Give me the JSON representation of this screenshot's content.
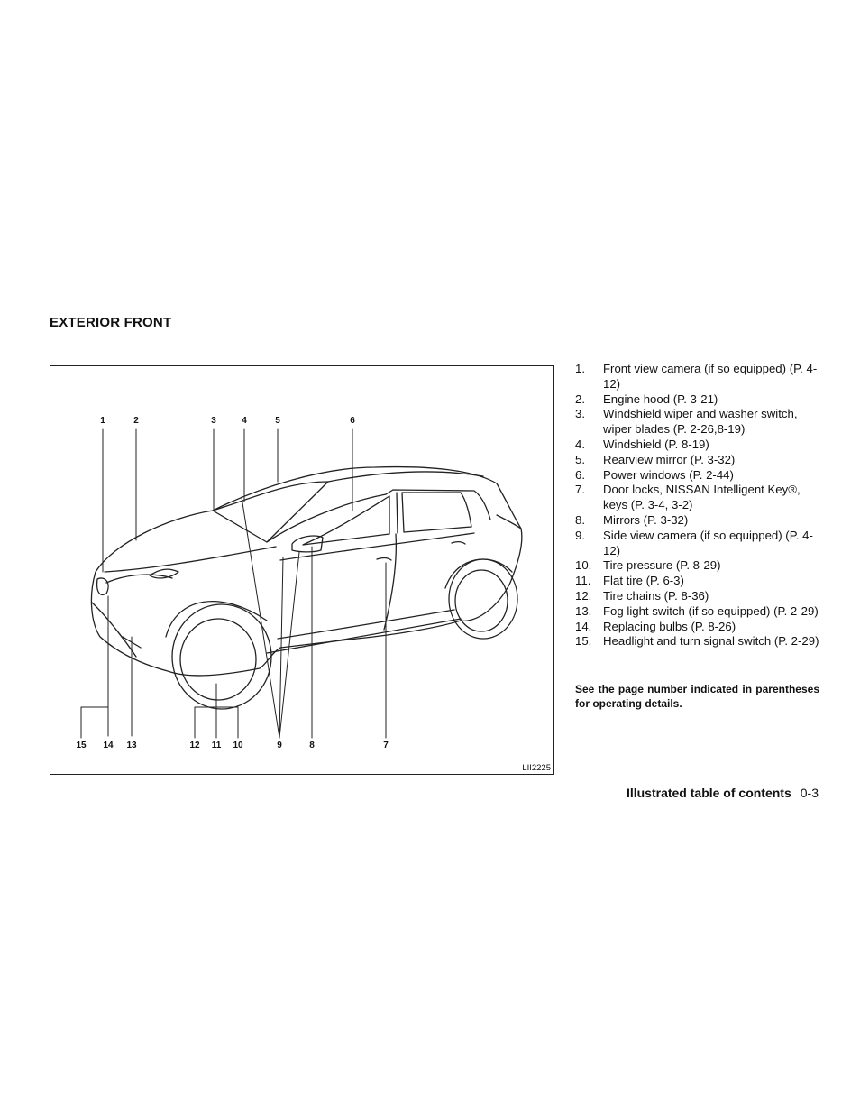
{
  "section_title": "EXTERIOR FRONT",
  "figure": {
    "code": "LII2225",
    "callouts_top": [
      "1",
      "2",
      "3",
      "4",
      "5",
      "6"
    ],
    "callouts_bottom": [
      "15",
      "14",
      "13",
      "12",
      "11",
      "10",
      "9",
      "8",
      "7"
    ]
  },
  "legend": [
    {
      "num": "1.",
      "text": "Front view camera (if so equipped) (P. 4-12)"
    },
    {
      "num": "2.",
      "text": "Engine hood (P. 3-21)"
    },
    {
      "num": "3.",
      "text": "Windshield wiper and washer switch, wiper blades (P. 2-26,8-19)"
    },
    {
      "num": "4.",
      "text": "Windshield (P. 8-19)"
    },
    {
      "num": "5.",
      "text": "Rearview mirror (P. 3-32)"
    },
    {
      "num": "6.",
      "text": "Power windows (P. 2-44)"
    },
    {
      "num": "7.",
      "text": "Door locks, NISSAN Intelligent Key®, keys (P. 3-4, 3-2)"
    },
    {
      "num": "8.",
      "text": "Mirrors (P. 3-32)"
    },
    {
      "num": "9.",
      "text": "Side view camera (if so equipped) (P. 4-12)"
    },
    {
      "num": "10.",
      "text": "Tire pressure (P. 8-29)"
    },
    {
      "num": "11.",
      "text": "Flat tire (P. 6-3)"
    },
    {
      "num": "12.",
      "text": "Tire chains (P. 8-36)"
    },
    {
      "num": "13.",
      "text": "Fog light switch (if so equipped) (P. 2-29)"
    },
    {
      "num": "14.",
      "text": "Replacing bulbs (P. 8-26)"
    },
    {
      "num": "15.",
      "text": "Headlight and turn signal switch (P. 2-29)"
    }
  ],
  "note": "See the page number indicated in parentheses for operating details.",
  "footer": {
    "label": "Illustrated table of contents",
    "page": "0-3"
  }
}
